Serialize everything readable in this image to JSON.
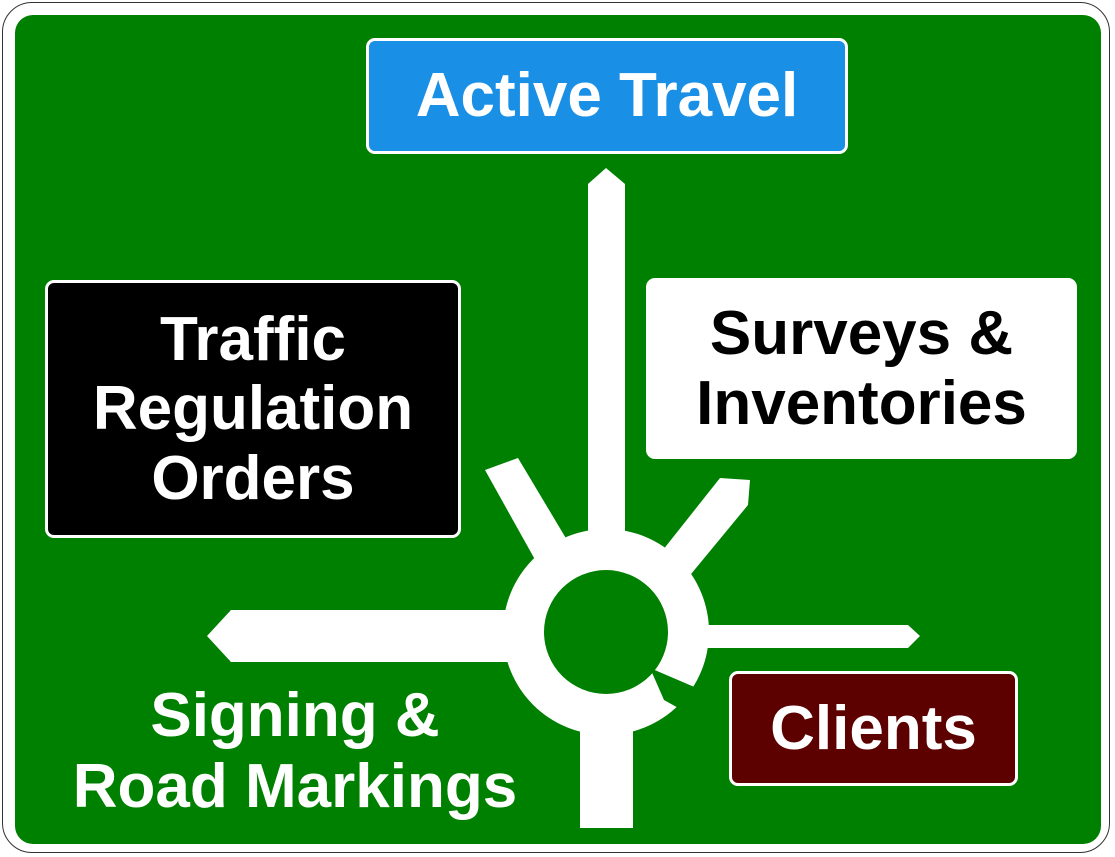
{
  "destinations": {
    "north": {
      "label": "Active Travel",
      "color": "#1a8fe6"
    },
    "west_box": {
      "lines": [
        "Traffic",
        "Regulation",
        "Orders"
      ],
      "color": "#000000"
    },
    "east_box": {
      "lines": [
        "Surveys &",
        "Inventories"
      ],
      "color": "#ffffff"
    },
    "west_text": {
      "lines": [
        "Signing &",
        "Road Markings"
      ]
    },
    "south_east": {
      "label": "Clients",
      "color": "#5c0000"
    }
  },
  "colors": {
    "background": "#008000",
    "road": "#ffffff"
  }
}
